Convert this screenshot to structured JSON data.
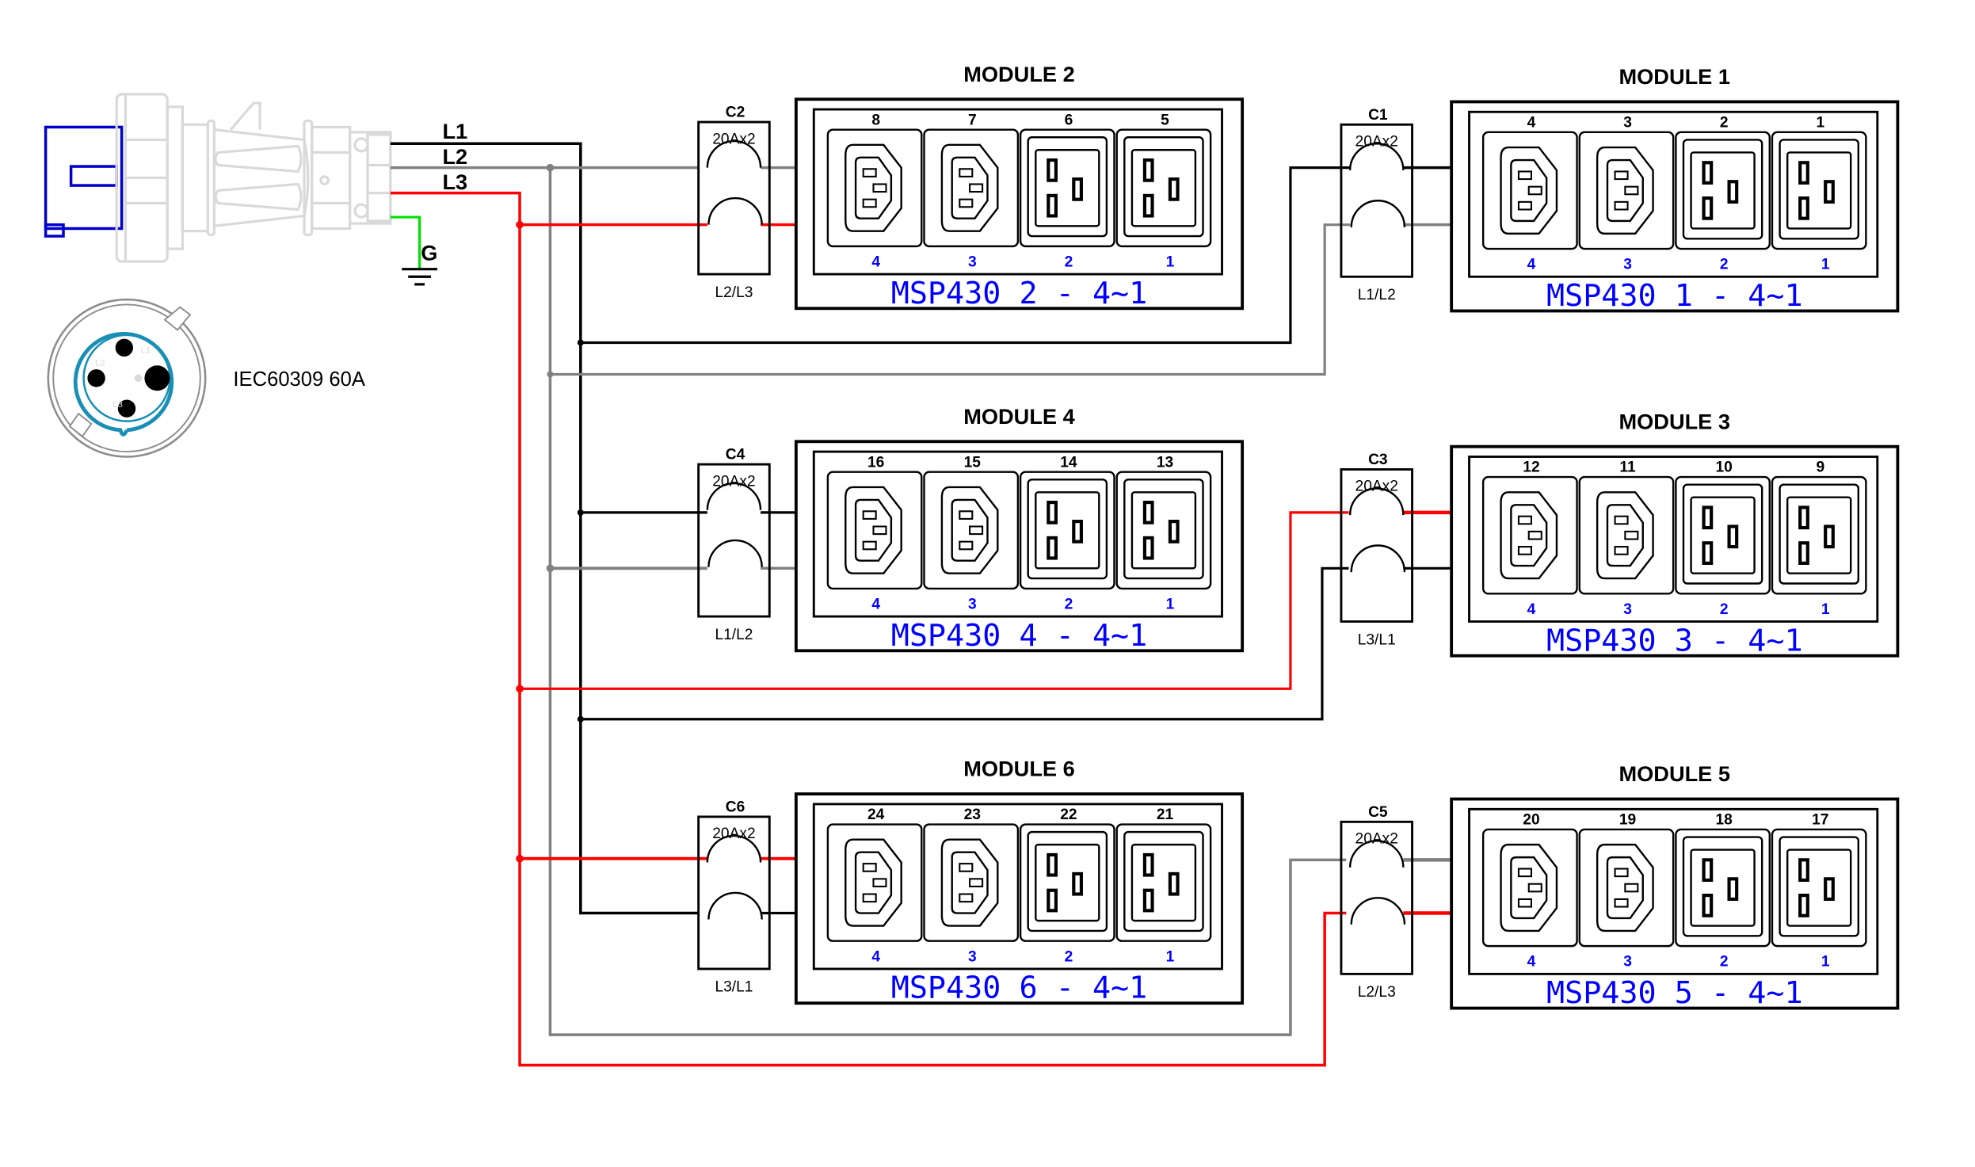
{
  "colors": {
    "L1": "#000000",
    "L2": "#808080",
    "L3": "#ff0000",
    "G": "#00e000",
    "label_blue": "#0000ff",
    "connector_ring": "#1a8fb5"
  },
  "power_inlet": {
    "phases": [
      "L1",
      "L2",
      "L3"
    ],
    "ground_label": "G",
    "connector_pin_labels": [
      "L1",
      "L2",
      "L3"
    ],
    "connector_label": "IEC60309 60A"
  },
  "breakers": [
    {
      "id": "C1",
      "rating": "20Ax2",
      "phases": "L1/L2"
    },
    {
      "id": "C2",
      "rating": "20Ax2",
      "phases": "L2/L3"
    },
    {
      "id": "C3",
      "rating": "20Ax2",
      "phases": "L3/L1"
    },
    {
      "id": "C4",
      "rating": "20Ax2",
      "phases": "L1/L2"
    },
    {
      "id": "C5",
      "rating": "20Ax2",
      "phases": "L2/L3"
    },
    {
      "id": "C6",
      "rating": "20Ax2",
      "phases": "L3/L1"
    }
  ],
  "modules": [
    {
      "title": "MODULE 1",
      "breaker": "C1",
      "outlet_numbers": [
        "4",
        "3",
        "2",
        "1"
      ],
      "local_numbers": [
        "4",
        "3",
        "2",
        "1"
      ],
      "label": "MSP430 1 - 4~1"
    },
    {
      "title": "MODULE 2",
      "breaker": "C2",
      "outlet_numbers": [
        "8",
        "7",
        "6",
        "5"
      ],
      "local_numbers": [
        "4",
        "3",
        "2",
        "1"
      ],
      "label": "MSP430 2 - 4~1"
    },
    {
      "title": "MODULE 3",
      "breaker": "C3",
      "outlet_numbers": [
        "12",
        "11",
        "10",
        "9"
      ],
      "local_numbers": [
        "4",
        "3",
        "2",
        "1"
      ],
      "label": "MSP430 3 - 4~1"
    },
    {
      "title": "MODULE 4",
      "breaker": "C4",
      "outlet_numbers": [
        "16",
        "15",
        "14",
        "13"
      ],
      "local_numbers": [
        "4",
        "3",
        "2",
        "1"
      ],
      "label": "MSP430 4 - 4~1"
    },
    {
      "title": "MODULE 5",
      "breaker": "C5",
      "outlet_numbers": [
        "20",
        "19",
        "18",
        "17"
      ],
      "local_numbers": [
        "4",
        "3",
        "2",
        "1"
      ],
      "label": "MSP430 5 - 4~1"
    },
    {
      "title": "MODULE 6",
      "breaker": "C6",
      "outlet_numbers": [
        "24",
        "23",
        "22",
        "21"
      ],
      "local_numbers": [
        "4",
        "3",
        "2",
        "1"
      ],
      "label": "MSP430 6 - 4~1"
    }
  ],
  "outlet_types": [
    "C13",
    "C13",
    "C19",
    "C19"
  ]
}
